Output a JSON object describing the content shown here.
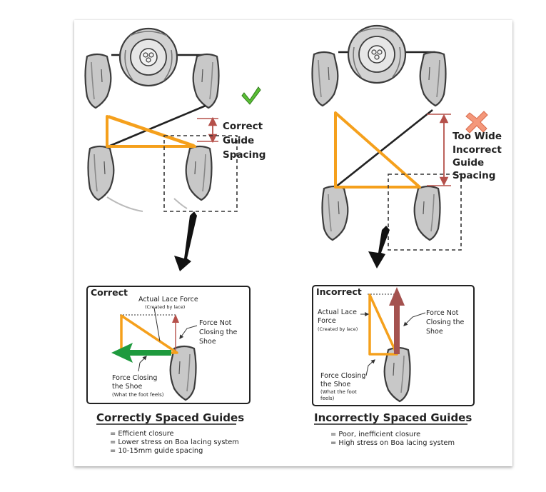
{
  "colors": {
    "triangle": "#F5A01C",
    "measure": "#B5504A",
    "check": "#5BBF36",
    "cross": "#F4987B",
    "green_arrow": "#1E9A3E",
    "force_arrow": "#A4524F",
    "guide_fill": "#C8C8C8",
    "guide_dark": "#3C3C3C"
  },
  "top_left": {
    "icon": "check-mark-icon",
    "label_lines": [
      "Correct",
      "Guide",
      "Spacing"
    ]
  },
  "top_right": {
    "icon": "x-mark-icon",
    "label_lines": [
      "Too Wide",
      "Incorrect",
      "Guide",
      "Spacing"
    ]
  },
  "box_left": {
    "title": "Correct",
    "actual_force": "Actual Lace Force",
    "actual_force_sub": "(Created by lace)",
    "not_closing_lines": [
      "Force Not",
      "Closing the",
      "Shoe"
    ],
    "closing_lines": [
      "Force Closing",
      "the Shoe"
    ],
    "closing_sub": "(What the foot feels)"
  },
  "box_right": {
    "title": "Incorrect",
    "actual_force_lines": [
      "Actual Lace",
      "Force"
    ],
    "actual_force_sub": "(Created by lace)",
    "not_closing_lines": [
      "Force Not",
      "Closing the",
      "Shoe"
    ],
    "closing_lines": [
      "Force Closing",
      "the Shoe"
    ],
    "closing_sub_lines": [
      "(What the foot",
      "feels)"
    ]
  },
  "summary_left": {
    "heading": "Correctly Spaced Guides",
    "items": [
      "= Efficient closure",
      "= Lower stress on Boa lacing system",
      "= 10-15mm guide spacing"
    ]
  },
  "summary_right": {
    "heading": "Incorrectly Spaced Guides",
    "items": [
      "= Poor, inefficient closure",
      "= High stress on Boa lacing system"
    ]
  }
}
